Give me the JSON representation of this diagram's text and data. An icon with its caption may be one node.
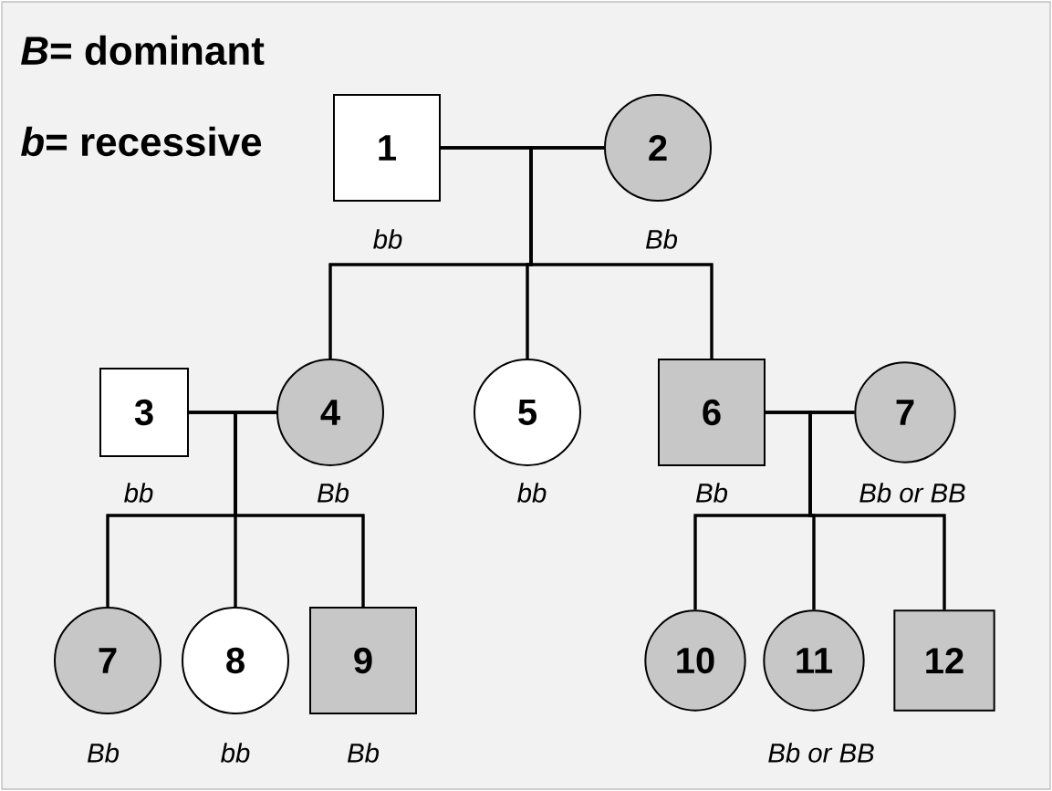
{
  "diagram": {
    "nodes": [
      {
        "text": [
          "1"
        ],
        "beside": [
          "*bb*"
        ]
      },
      {
        "text": [
          "2"
        ],
        "beside": [
          "*Bb*"
        ]
      },
      {
        "text": [
          "3"
        ],
        "beside": [
          "*bb*"
        ]
      },
      {
        "text": [
          "4"
        ],
        "beside": [
          "*Bb*"
        ]
      },
      {
        "text": [
          "5"
        ],
        "beside": [
          "*bb*"
        ]
      },
      {
        "text": [
          "6"
        ],
        "beside": [
          "*Bb*"
        ]
      },
      {
        "text": [
          "7"
        ],
        "beside": [
          "*Bb or BB*"
        ]
      },
      {
        "text": [
          "7"
        ],
        "beside": [
          "*Bb*"
        ]
      },
      {
        "text": [
          "8"
        ],
        "beside": [
          "*bb*"
        ]
      },
      {
        "text": [
          "9"
        ],
        "beside": [
          "*Bb*"
        ]
      },
      {
        "text": [
          "10"
        ]
      },
      {
        "text": [
          "11"
        ],
        "beside": [
          "*Bb or BB*"
        ]
      },
      {
        "text": [
          "12"
        ]
      }
    ],
    "edges": [
      {
        "from": 0,
        "to": 1,
        "arrow": "none"
      },
      {
        "from": 0,
        "to": 3,
        "arrow": "none"
      },
      {
        "from": 1,
        "to": 3,
        "arrow": "none"
      },
      {
        "from": 0,
        "to": 4,
        "arrow": "none"
      },
      {
        "from": 1,
        "to": 4,
        "arrow": "none"
      },
      {
        "from": 0,
        "to": 5,
        "arrow": "none"
      },
      {
        "from": 1,
        "to": 5,
        "arrow": "none"
      },
      {
        "from": 2,
        "to": 3,
        "arrow": "none"
      },
      {
        "from": 2,
        "to": 7,
        "arrow": "none"
      },
      {
        "from": 3,
        "to": 7,
        "arrow": "none"
      },
      {
        "from": 2,
        "to": 8,
        "arrow": "none"
      },
      {
        "from": 3,
        "to": 8,
        "arrow": "none"
      },
      {
        "from": 2,
        "to": 9,
        "arrow": "none"
      },
      {
        "from": 3,
        "to": 9,
        "arrow": "none"
      },
      {
        "from": 5,
        "to": 6,
        "arrow": "none"
      },
      {
        "from": 5,
        "to": 10,
        "arrow": "none"
      },
      {
        "from": 6,
        "to": 10,
        "arrow": "none"
      },
      {
        "from": 5,
        "to": 11,
        "arrow": "none"
      },
      {
        "from": 6,
        "to": 11,
        "arrow": "none"
      },
      {
        "from": 5,
        "to": 12,
        "arrow": "none"
      },
      {
        "from": 6,
        "to": 12,
        "arrow": "none"
      }
    ],
    "labels": [
      "*B*= dominant",
      "*b*= recessive"
    ]
  }
}
